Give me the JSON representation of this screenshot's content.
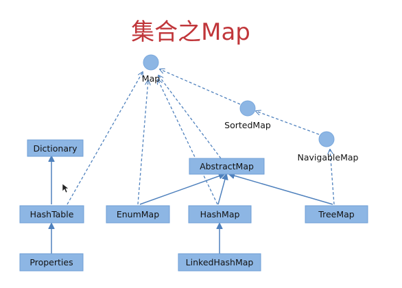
{
  "title": "集合之Map",
  "colors": {
    "title": "#c0363a",
    "node_fill": "#8db6e4",
    "edge": "#4f81bd"
  },
  "nodes": {
    "map": {
      "label": "Map",
      "shape": "circle"
    },
    "sorted_map": {
      "label": "SortedMap",
      "shape": "circle"
    },
    "navigable_map": {
      "label": "NavigableMap",
      "shape": "circle"
    },
    "dictionary": {
      "label": "Dictionary",
      "shape": "box"
    },
    "abstract_map": {
      "label": "AbstractMap",
      "shape": "box"
    },
    "hashtable": {
      "label": "HashTable",
      "shape": "box"
    },
    "enum_map": {
      "label": "EnumMap",
      "shape": "box"
    },
    "hash_map": {
      "label": "HashMap",
      "shape": "box"
    },
    "tree_map": {
      "label": "TreeMap",
      "shape": "box"
    },
    "properties": {
      "label": "Properties",
      "shape": "box"
    },
    "linked_hash_map": {
      "label": "LinkedHashMap",
      "shape": "box"
    }
  },
  "edges": [
    {
      "from": "sorted_map",
      "to": "map",
      "style": "dashed",
      "relation": "extends-interface"
    },
    {
      "from": "navigable_map",
      "to": "sorted_map",
      "style": "dashed",
      "relation": "extends-interface"
    },
    {
      "from": "abstract_map",
      "to": "map",
      "style": "dashed",
      "relation": "implements"
    },
    {
      "from": "hashtable",
      "to": "map",
      "style": "dashed",
      "relation": "implements"
    },
    {
      "from": "enum_map",
      "to": "map",
      "style": "dashed",
      "relation": "implements"
    },
    {
      "from": "hash_map",
      "to": "map",
      "style": "dashed",
      "relation": "implements"
    },
    {
      "from": "tree_map",
      "to": "navigable_map",
      "style": "dashed",
      "relation": "implements"
    },
    {
      "from": "hashtable",
      "to": "dictionary",
      "style": "solid",
      "relation": "extends"
    },
    {
      "from": "properties",
      "to": "hashtable",
      "style": "solid",
      "relation": "extends"
    },
    {
      "from": "enum_map",
      "to": "abstract_map",
      "style": "solid",
      "relation": "extends"
    },
    {
      "from": "hash_map",
      "to": "abstract_map",
      "style": "solid",
      "relation": "extends"
    },
    {
      "from": "tree_map",
      "to": "abstract_map",
      "style": "solid",
      "relation": "extends"
    },
    {
      "from": "linked_hash_map",
      "to": "hash_map",
      "style": "solid",
      "relation": "extends"
    }
  ]
}
